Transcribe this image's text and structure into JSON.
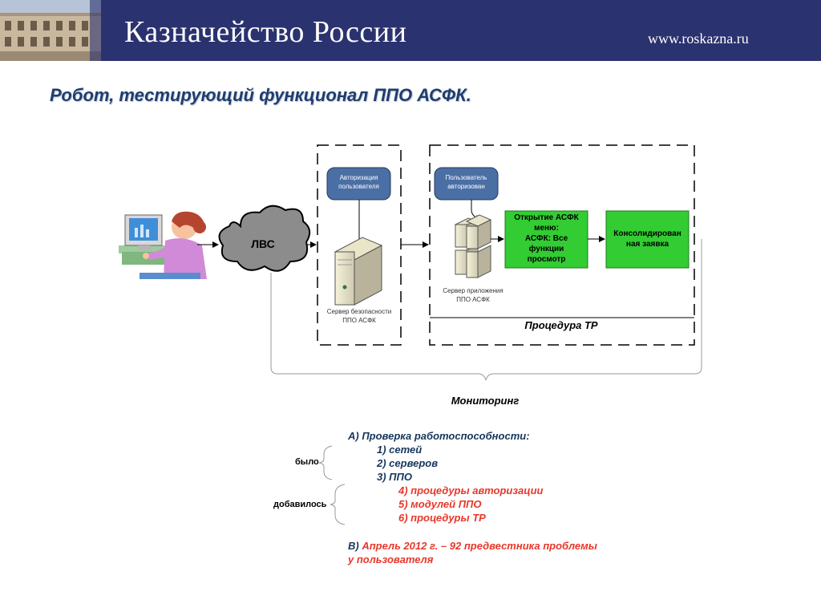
{
  "header": {
    "title": "Казначейство России",
    "url": "www.roskazna.ru"
  },
  "slide_title": "Робот, тестирующий функционал ППО АСФК.",
  "diagram": {
    "cloud": "ЛВС",
    "auth_box": [
      "Авторизация",
      "пользователя"
    ],
    "user_box": [
      "Пользователь",
      "авторизован"
    ],
    "security_server": [
      "Сервер безопасности",
      "ППО АСФК"
    ],
    "app_server": [
      "Сервер приложения",
      "ППО АСФК"
    ],
    "open_menu_box": [
      "Открытие АСФК",
      "меню:",
      "АСФК: Все",
      "функции",
      "просмотр"
    ],
    "consolidated_box": [
      "Консолидирован",
      "ная заявка"
    ],
    "procedure": "Процедура ТР",
    "monitoring": "Мониторинг"
  },
  "checks": {
    "heading": "А) Проверка работоспособности:",
    "old_items": [
      "1) сетей",
      "2) серверов",
      "3) ППО"
    ],
    "new_items": [
      "4) процедуры авторизации",
      "5) модулей ППО",
      "6) процедуры ТР"
    ],
    "was_label": "было",
    "added_label": "добавилось",
    "b_prefix": "В)",
    "b_line1": " Апрель 2012 г. – 92 предвестника проблемы",
    "b_line2": "у пользователя"
  },
  "colors": {
    "header_bg": "#2b3270",
    "title": "#1f3d6e",
    "pill": "#4a6fa5",
    "green_box": "#33cc33",
    "cloud": "#8c8c8c",
    "list_blue": "#16365d",
    "list_red": "#e8372a"
  }
}
